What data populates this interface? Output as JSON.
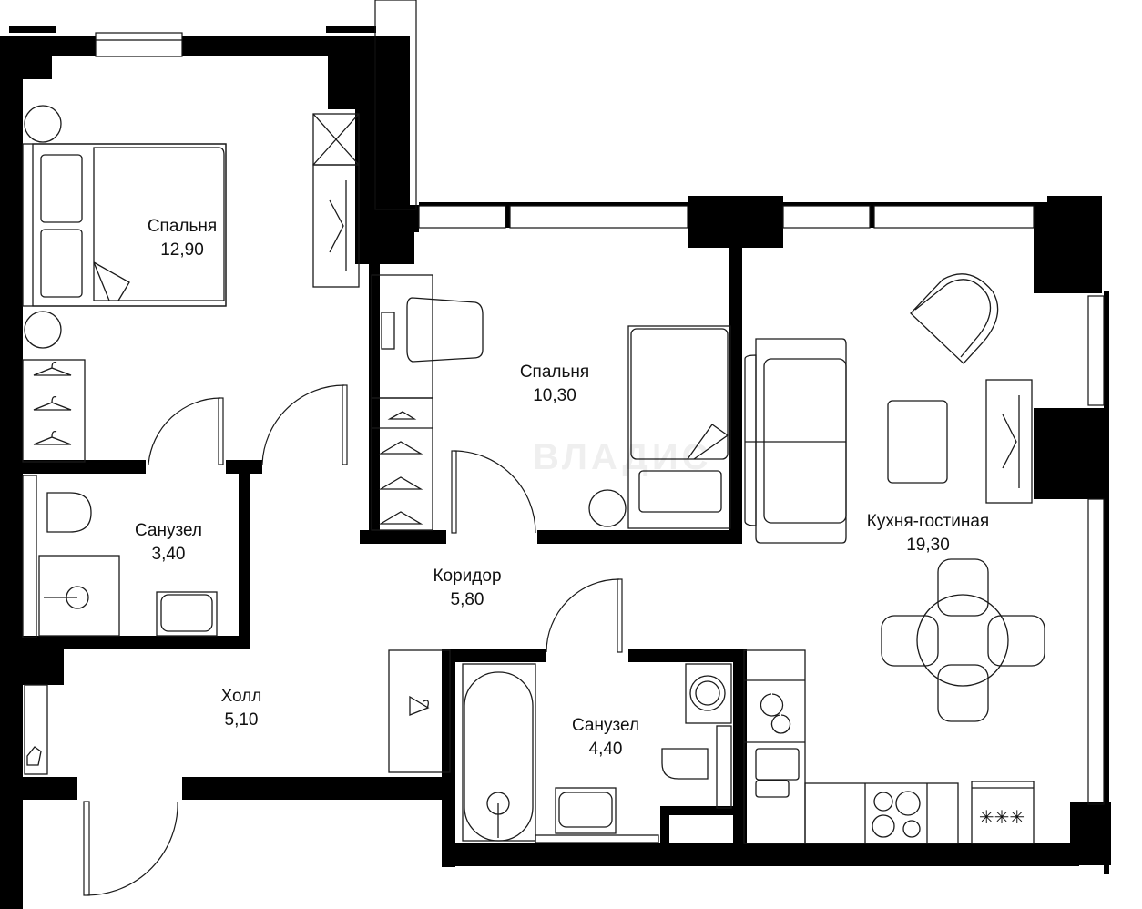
{
  "plan": {
    "type": "apartment-floor-plan",
    "unit": "m²",
    "watermark": "ВЛАДИС",
    "colors": {
      "wall": "#000000",
      "line": "#1a1a1a",
      "background": "#ffffff"
    },
    "rooms": [
      {
        "id": "bedroom1",
        "name": "Спальня",
        "area": "12,90"
      },
      {
        "id": "bedroom2",
        "name": "Спальня",
        "area": "10,30"
      },
      {
        "id": "kitchen_living",
        "name": "Кухня-гостиная",
        "area": "19,30"
      },
      {
        "id": "bathroom1",
        "name": "Санузел",
        "area": "3,40"
      },
      {
        "id": "corridor",
        "name": "Коридор",
        "area": "5,80"
      },
      {
        "id": "hall",
        "name": "Холл",
        "area": "5,10"
      },
      {
        "id": "bathroom2",
        "name": "Санузел",
        "area": "4,40"
      }
    ]
  }
}
